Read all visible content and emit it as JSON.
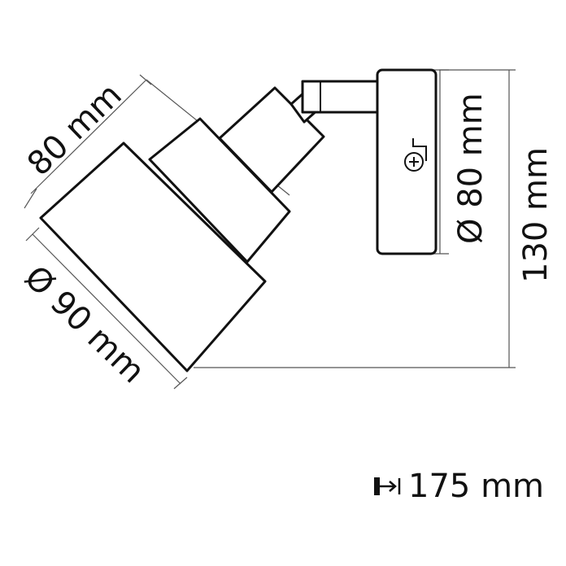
{
  "diagram": {
    "dimensions": {
      "arm_length": "80 mm",
      "shade_diameter": "Ø 90 mm",
      "base_diameter": "Ø 80 mm",
      "height": "130 mm",
      "depth": "175 mm"
    },
    "icons": {
      "depth": "depth-arrow-icon",
      "screw": "screw-icon"
    },
    "colors": {
      "line": "#111111",
      "dimension_line": "#555555",
      "background": "#ffffff"
    }
  }
}
